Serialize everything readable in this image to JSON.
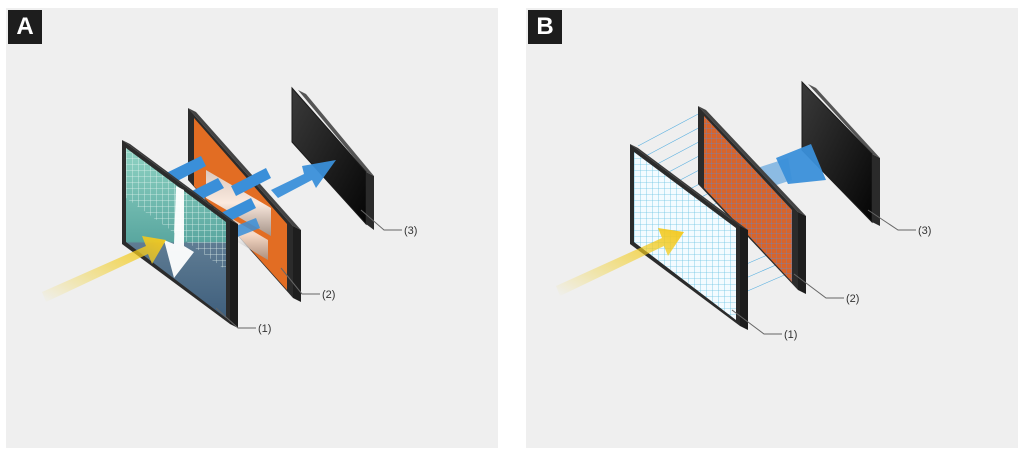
{
  "panels": [
    {
      "badge": "A",
      "callouts": [
        "(1)",
        "(2)",
        "(3)"
      ]
    },
    {
      "badge": "B",
      "callouts": [
        "(1)",
        "(2)",
        "(3)"
      ]
    }
  ],
  "colors": {
    "panel_bg": "#efefef",
    "badge_bg": "#1d1d1d",
    "frame": "#2b2b2b",
    "orange": "#e26d23",
    "teal_grid": "#7fcfc4",
    "blue_arrow": "#3a8fd9",
    "yellow_arrow": "#f3d21e",
    "dark_screen": "#111111",
    "light_grid": "#9fd9ee"
  }
}
